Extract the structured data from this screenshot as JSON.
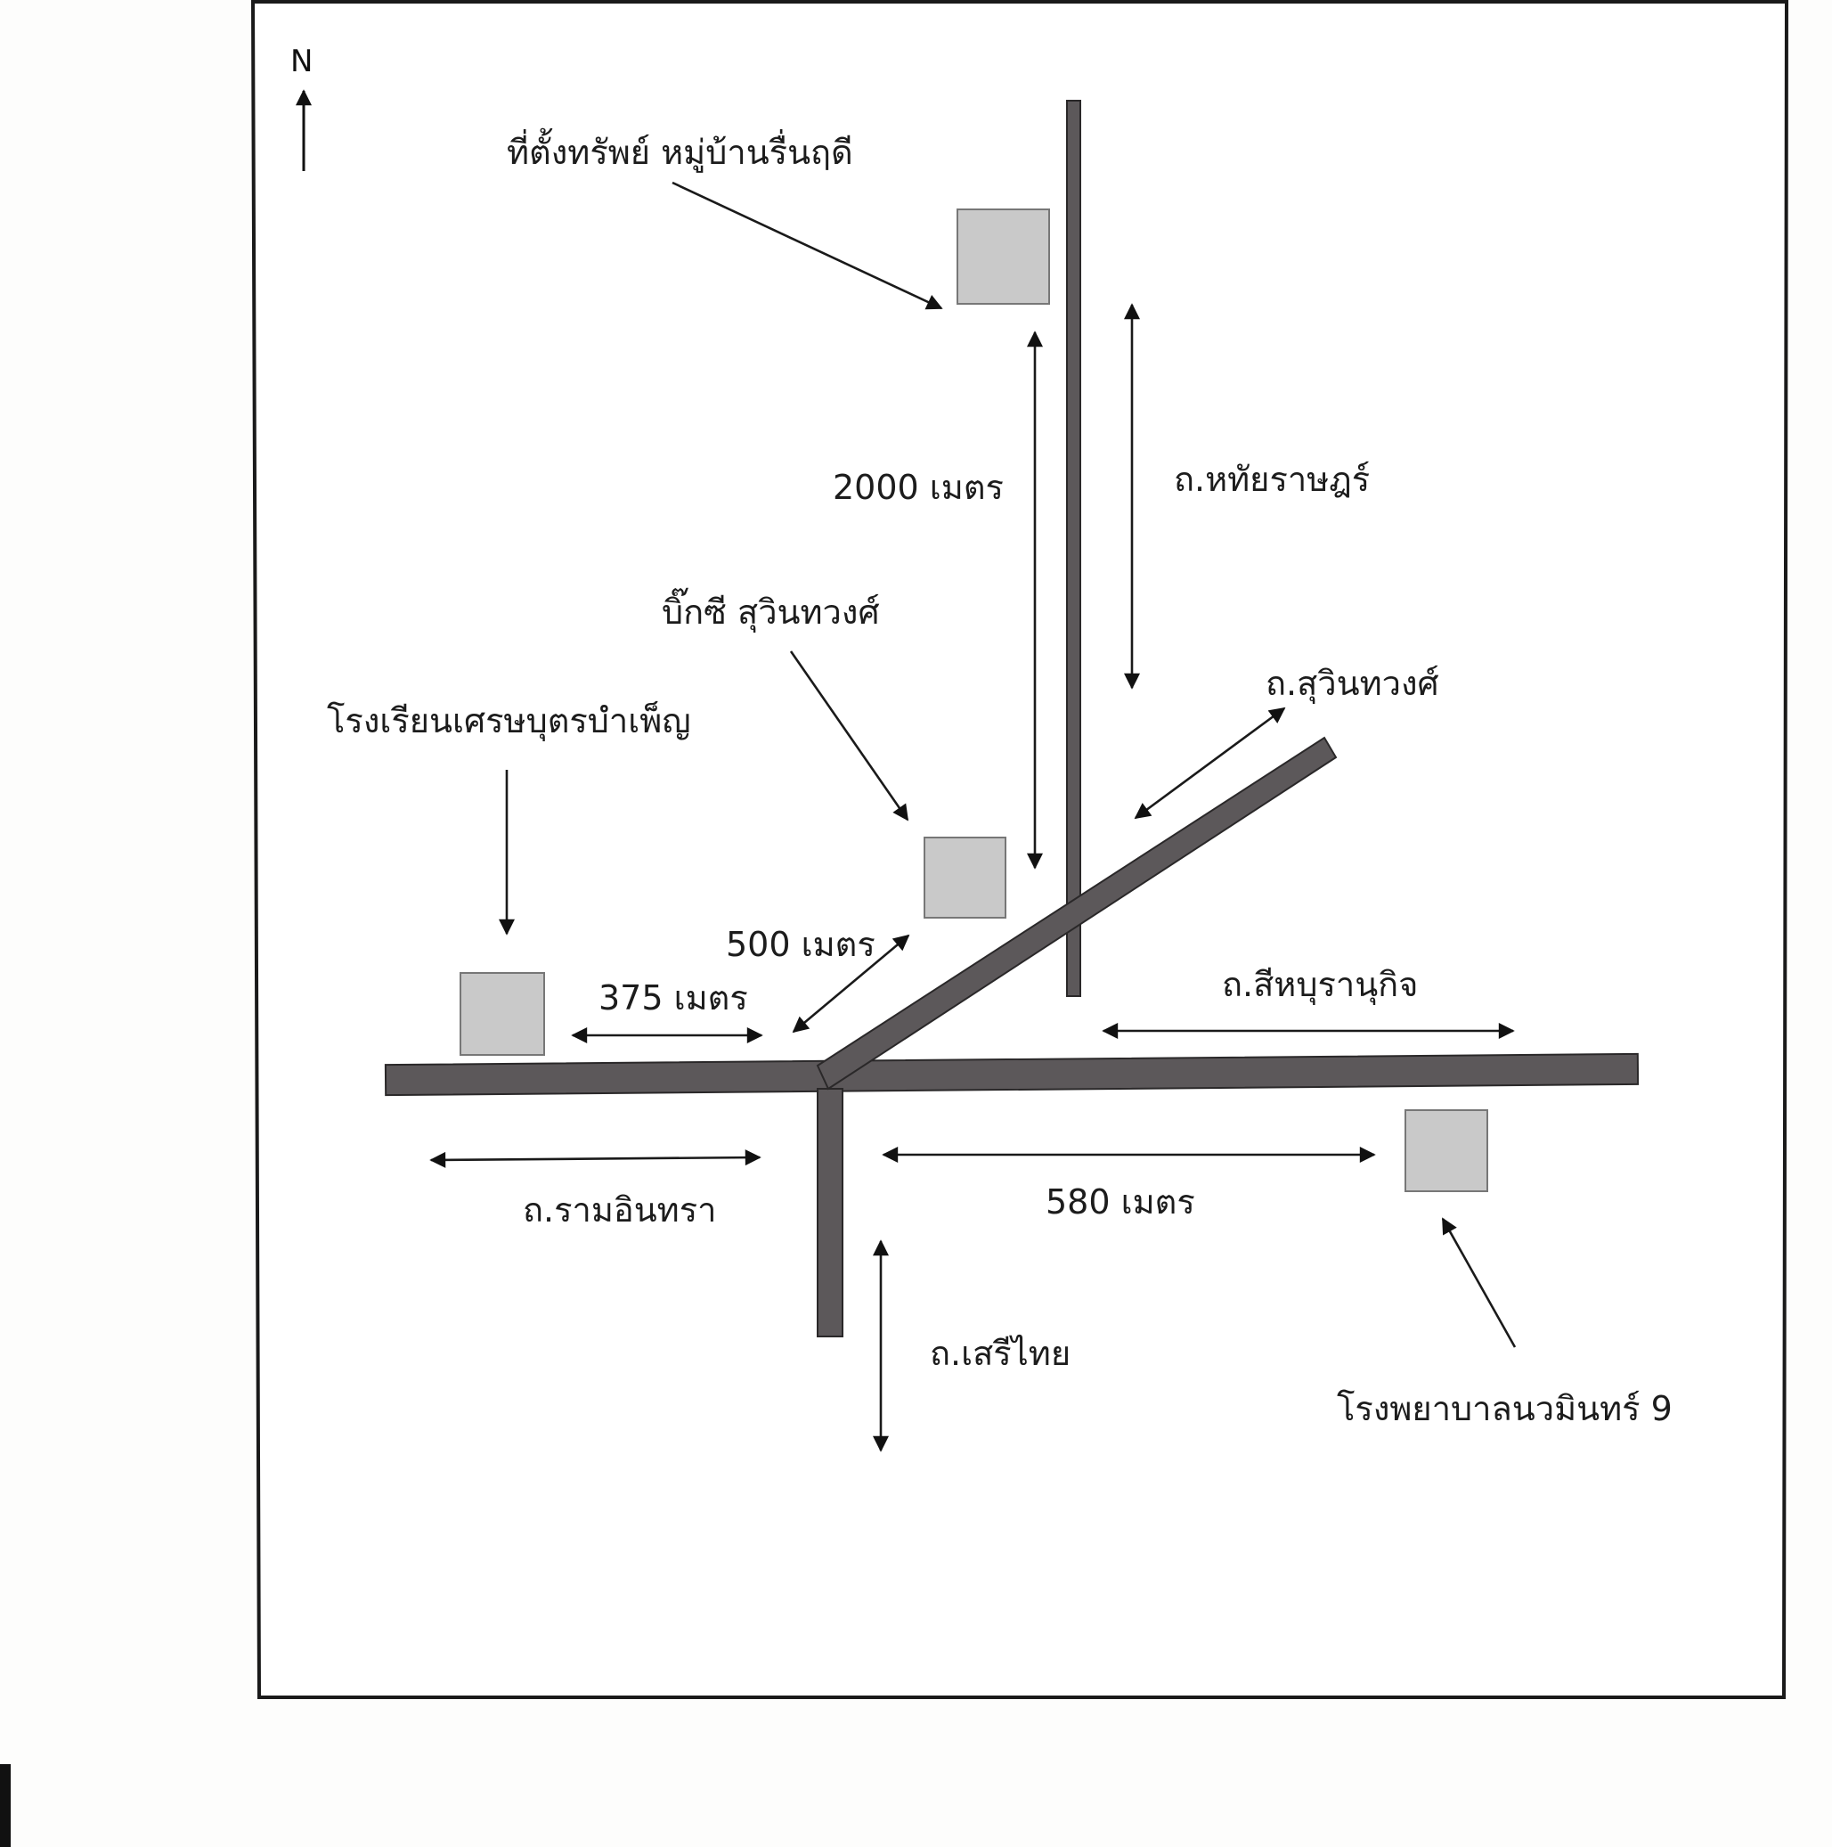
{
  "map": {
    "north_label": "N",
    "landmarks": {
      "property": "ที่ตั้งทรัพย์ หมู่บ้านรื่นฤดี",
      "big_c": "บิ๊กซี สุวินทวงศ์",
      "school": "โรงเรียนเศรษบุตรบำเพ็ญ",
      "hospital": "โรงพยาบาลนวมินทร์ 9"
    },
    "roads": {
      "hathairat": "ถ.หทัยราษฎร์",
      "suwinthawong": "ถ.สุวินทวงศ์",
      "sihaburanukit": "ถ.สีหบุรานุกิจ",
      "ram_inthra": "ถ.รามอินทรา",
      "seri_thai": "ถ.เสรีไทย"
    },
    "distances": {
      "d2000": "2000 เมตร",
      "d500": "500 เมตร",
      "d375": "375 เมตร",
      "d580": "580 เมตร"
    }
  }
}
